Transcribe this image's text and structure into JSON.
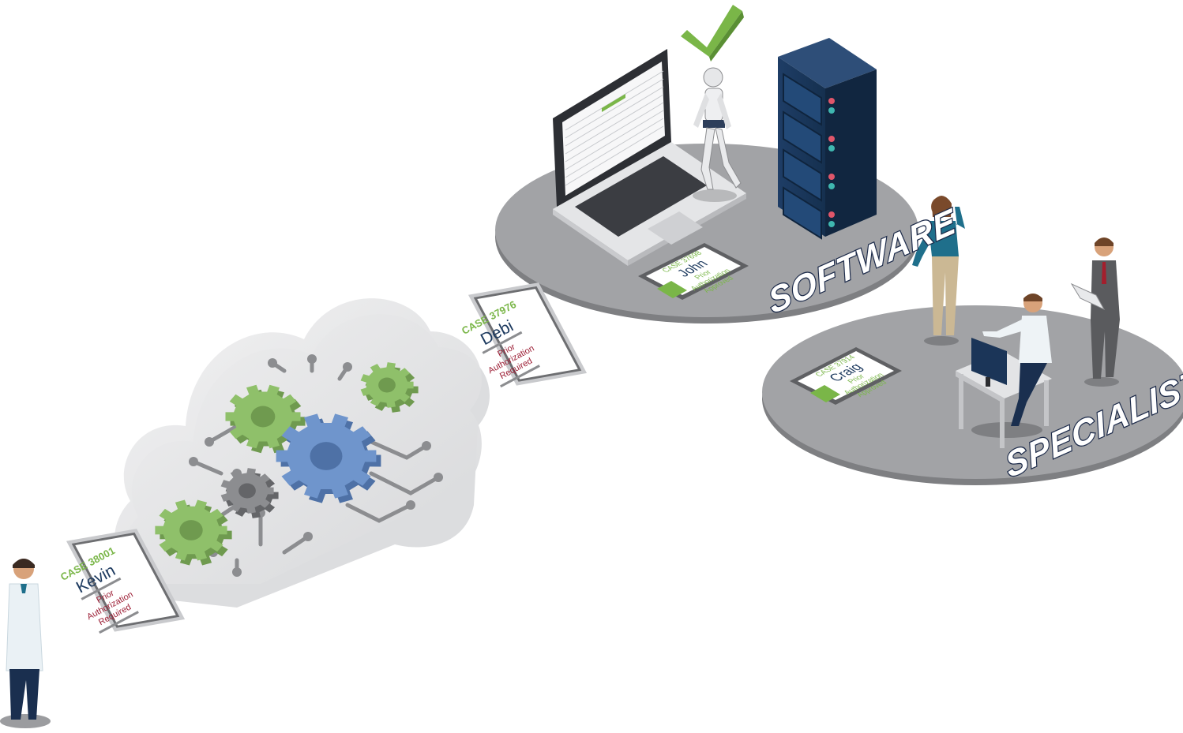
{
  "labels": {
    "software": "SOFTWARE",
    "specialists": "SPECIALISTS"
  },
  "cases": [
    {
      "case": "CASE 38001",
      "name": "Kevin",
      "status_lines": [
        "Prior",
        "Authorization",
        "Required"
      ]
    },
    {
      "case": "CASE 37976",
      "name": "Debi",
      "status_lines": [
        "Prior",
        "Authorization",
        "Required"
      ]
    },
    {
      "case": "CASE 37698",
      "name": "John",
      "status_lines": [
        "Prior",
        "Authorization",
        "Approved"
      ]
    },
    {
      "case": "CASE 37914",
      "name": "Craig",
      "status_lines": [
        "Prior",
        "Authorization",
        "Approved"
      ]
    }
  ],
  "colors": {
    "gear_green": "#8fc06a",
    "gear_blue": "#6f95cc",
    "gear_gray": "#8c8d90",
    "platform_gray": "#9b9c9f",
    "server_navy": "#1b3558",
    "label_navy": "#1d2b4a",
    "check_green": "#7ab648",
    "required_red": "#9b1c33"
  },
  "icons": [
    "check-icon",
    "gear-icon",
    "server-icon",
    "laptop-icon",
    "robot-icon",
    "doctor-icon",
    "cloud-icon"
  ]
}
